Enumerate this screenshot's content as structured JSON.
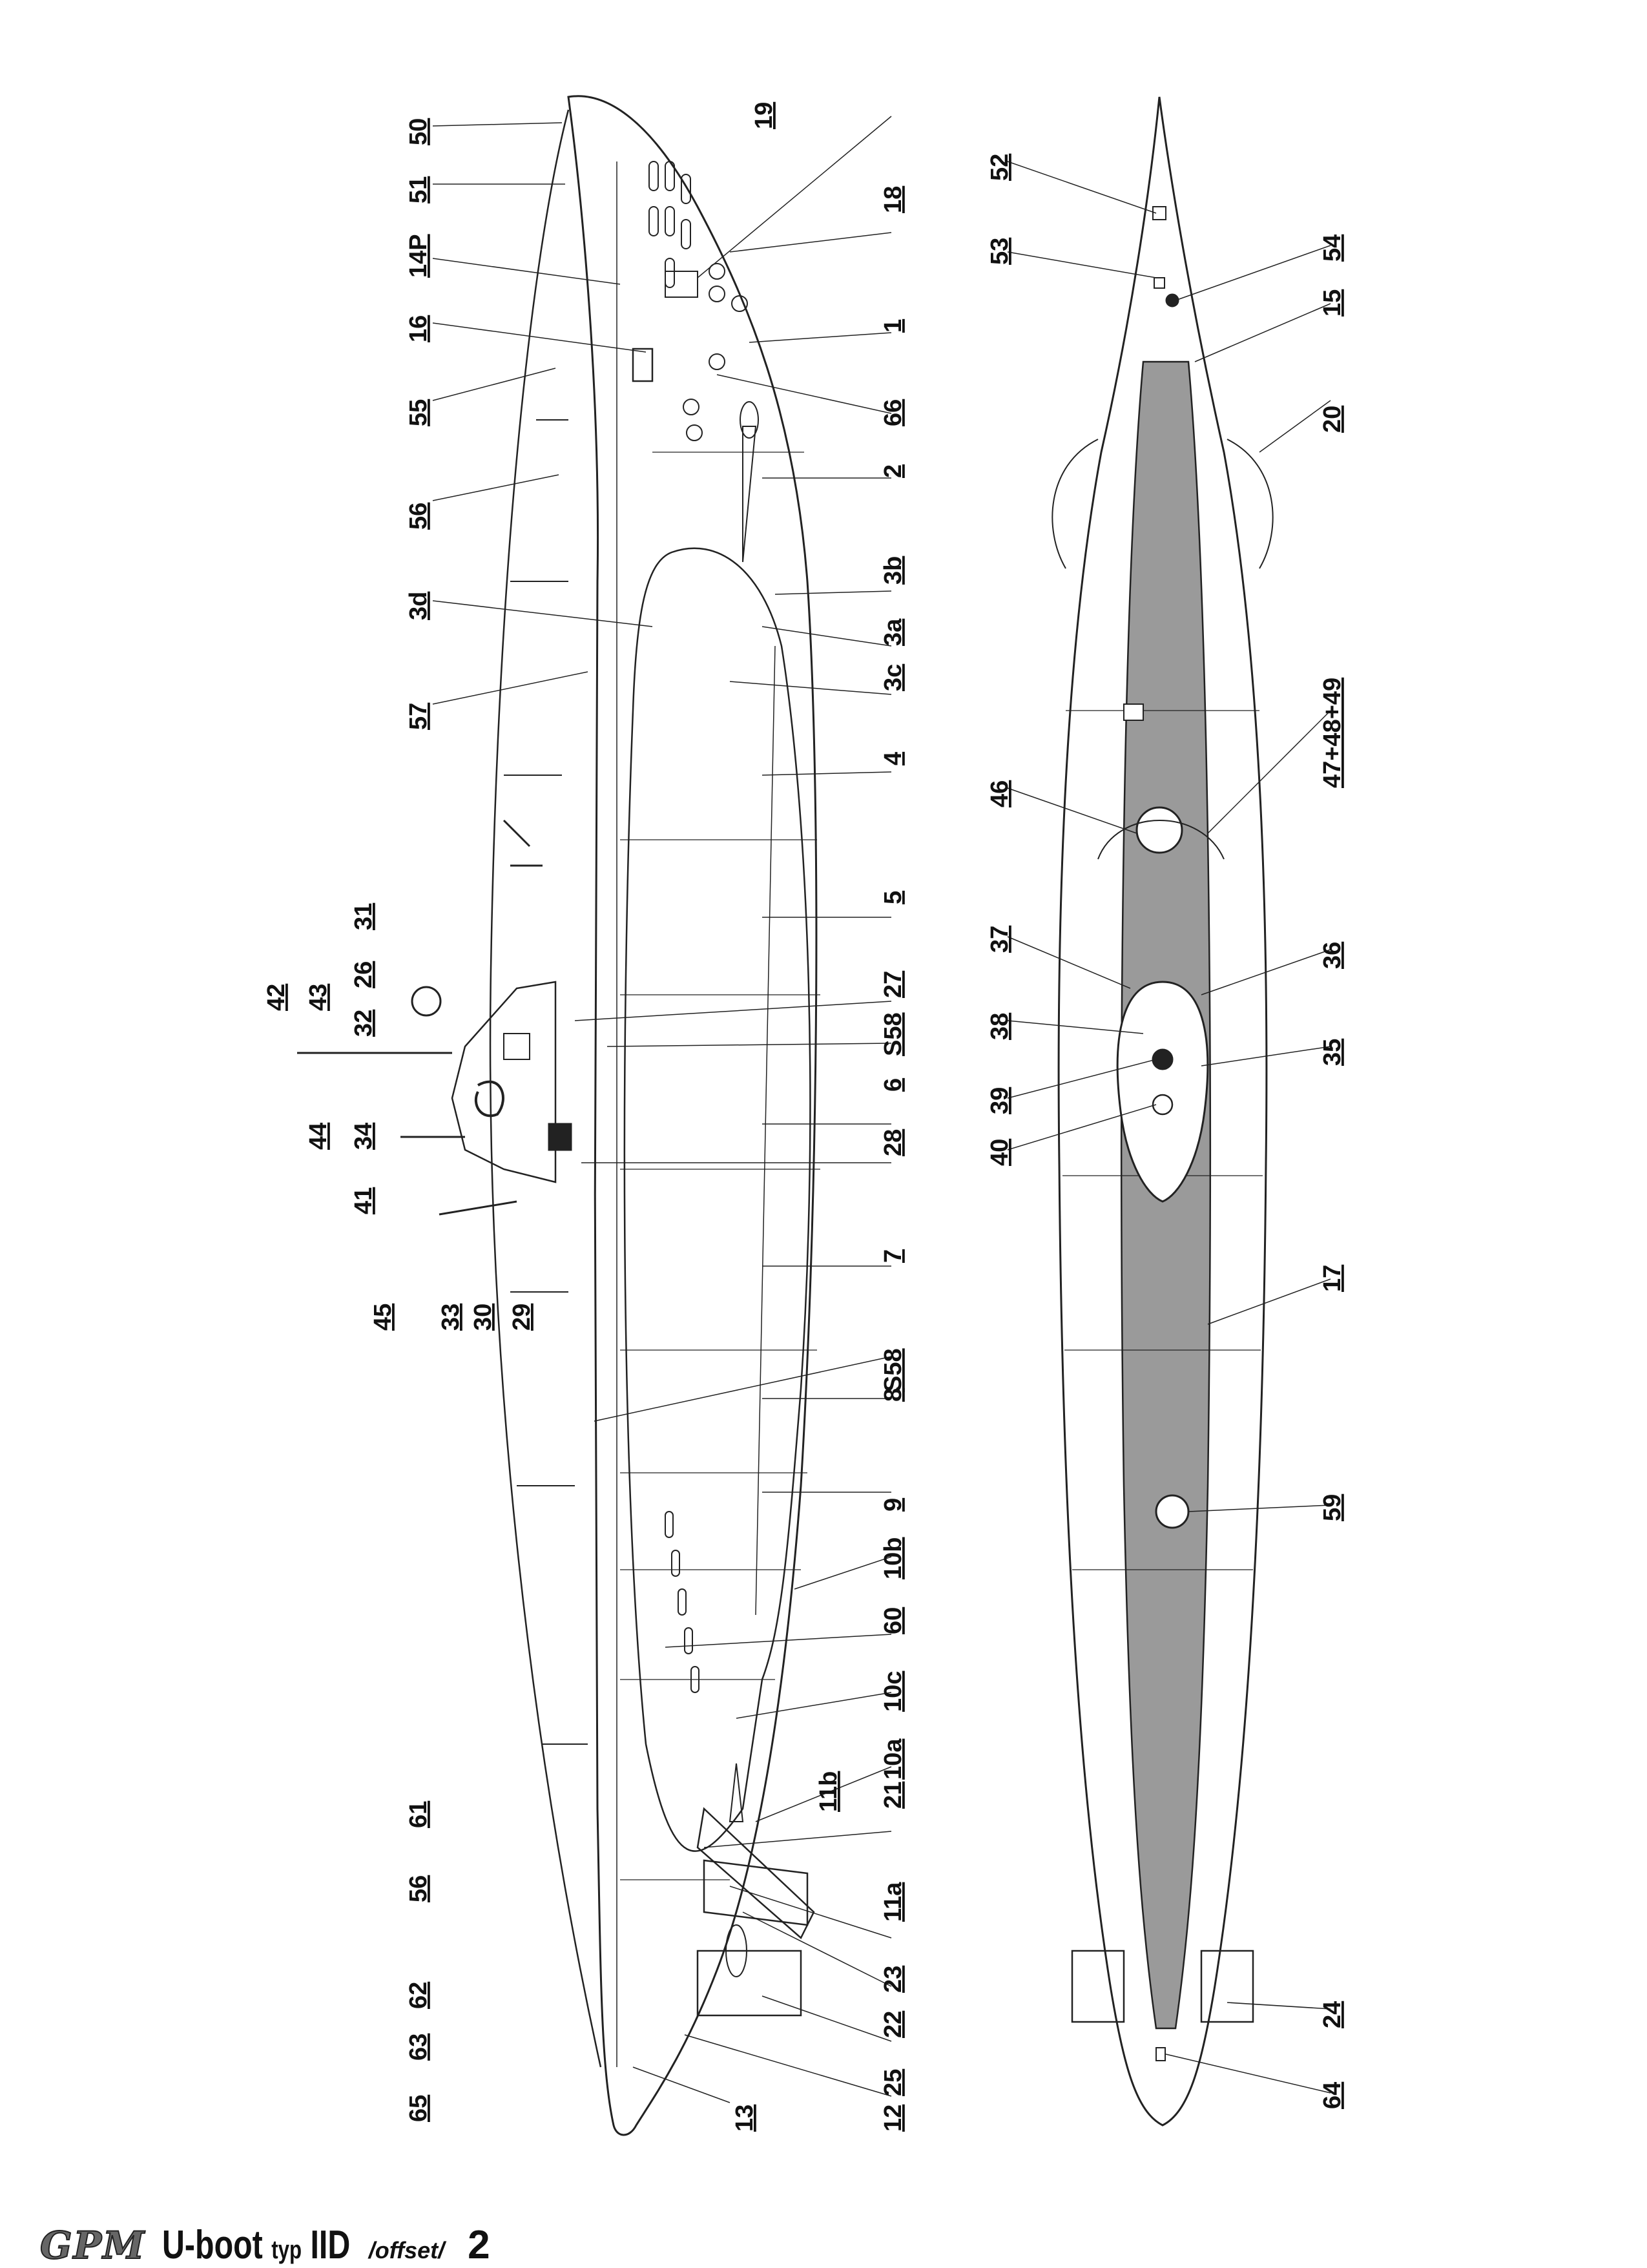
{
  "footer": {
    "brand": "GPM",
    "title_main": "U-boot",
    "title_sub": "typ",
    "title_model": "IID",
    "offset": "/offset/",
    "page": "2"
  },
  "labels": {
    "side": [
      "50",
      "51",
      "14P",
      "16",
      "55",
      "56",
      "3d",
      "57",
      "31",
      "26",
      "32",
      "43",
      "42",
      "44",
      "34",
      "41",
      "45",
      "33",
      "30",
      "29",
      "61",
      "56",
      "62",
      "63",
      "65",
      "13",
      "19",
      "18",
      "1",
      "66",
      "2",
      "3b",
      "3a",
      "3c",
      "4",
      "5",
      "27",
      "S58",
      "6",
      "28",
      "7",
      "S58",
      "8",
      "9",
      "10b",
      "60",
      "10c",
      "10a",
      "21",
      "11b",
      "11a",
      "23",
      "22",
      "25",
      "12"
    ],
    "top": [
      "52",
      "53",
      "54",
      "15",
      "20",
      "47+48+49",
      "46",
      "37",
      "36",
      "38",
      "35",
      "39",
      "40",
      "17",
      "59",
      "24",
      "64"
    ]
  }
}
